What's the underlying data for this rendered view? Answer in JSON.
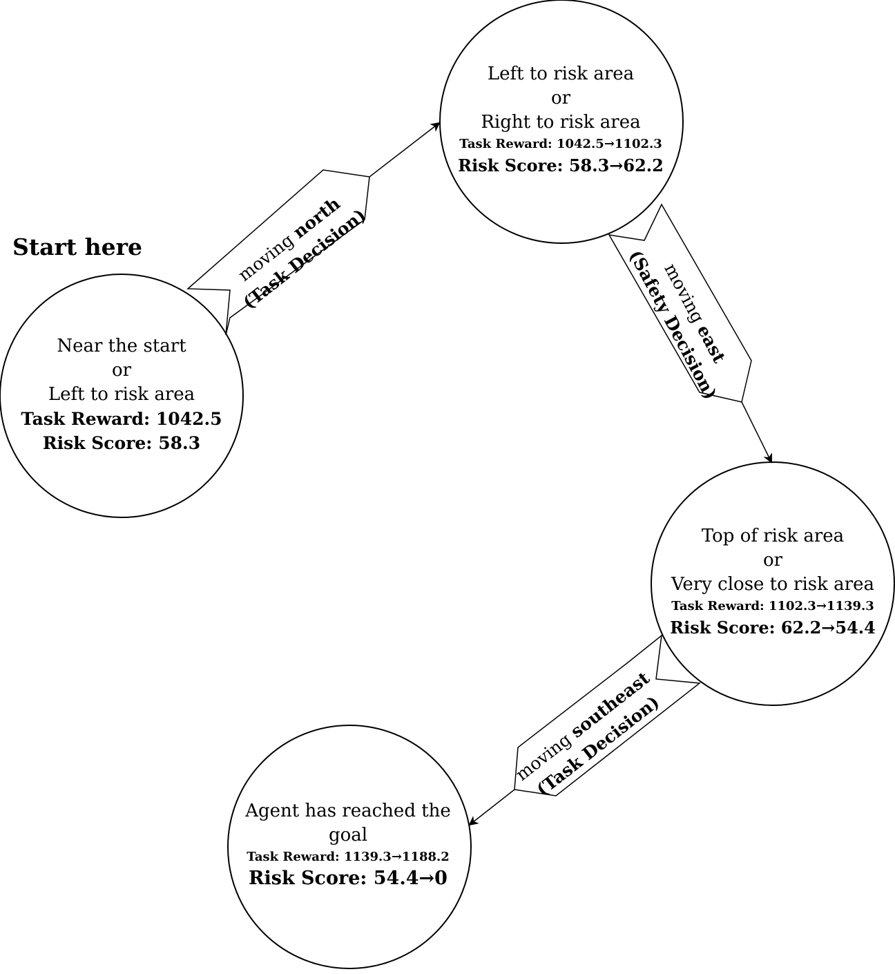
{
  "start_label": "Start here",
  "nodes": {
    "start": {
      "line1": "Near the start",
      "line2": "or",
      "line3": "Left to risk area",
      "reward": "Task Reward: 1042.5",
      "risk": "Risk Score: 58.3"
    },
    "north": {
      "line1": "Left to risk area",
      "line2": "or",
      "line3": "Right to risk area",
      "reward": "Task Reward: 1042.5→1102.3",
      "risk": "Risk Score: 58.3→62.2"
    },
    "east": {
      "line1": "Top of risk area",
      "line2": "or",
      "line3": "Very close to risk area",
      "reward": "Task Reward: 1102.3→1139.3",
      "risk": "Risk Score: 62.2→54.4"
    },
    "goal": {
      "line1": "Agent has reached the",
      "line2": "goal",
      "reward": "Task Reward: 1139.3→1188.2",
      "risk": "Risk Score: 54.4→0"
    }
  },
  "edges": {
    "north": {
      "prefix": "moving ",
      "direction": "north",
      "decision": "(Task Decision)"
    },
    "east": {
      "prefix": "moving ",
      "direction": "east",
      "decision": "(Safety Decision)"
    },
    "southeast": {
      "prefix": "moving ",
      "direction": "southeast",
      "decision": "(Task Decision)"
    }
  }
}
